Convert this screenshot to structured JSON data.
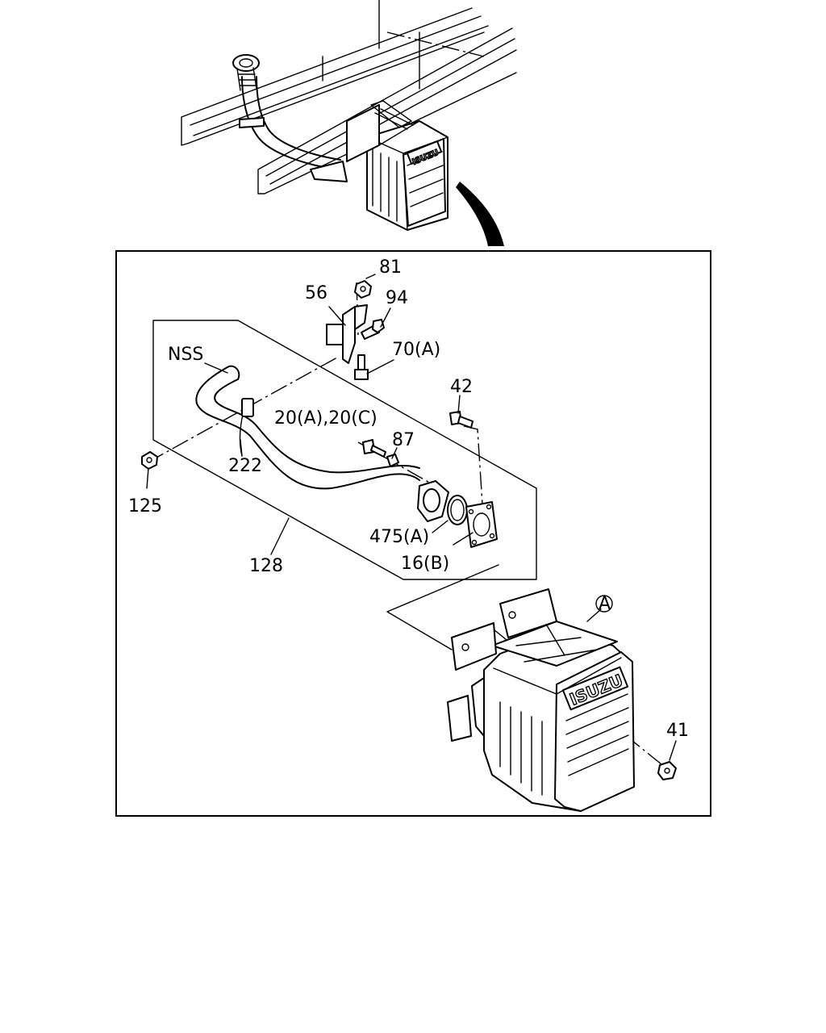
{
  "labels": {
    "p81": "81",
    "p56": "56",
    "p94": "94",
    "p70a": "70(A)",
    "nss": "NSS",
    "p42": "42",
    "p20": "20(A),20(C)",
    "p87": "87",
    "p222": "222",
    "p125": "125",
    "p475a": "475(A)",
    "p16b": "16(B)",
    "p128": "128",
    "pA": "A",
    "p41": "41"
  },
  "brand": {
    "top": "ISUZU",
    "detail": "ISUZU"
  },
  "colors": {
    "line": "#000000",
    "background": "#ffffff"
  }
}
